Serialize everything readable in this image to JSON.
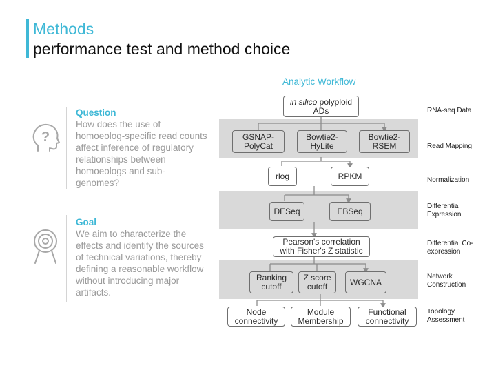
{
  "header": {
    "title": "Methods",
    "subtitle": "performance test and method choice"
  },
  "question": {
    "icon": "question-head-icon",
    "heading": "Question",
    "text": "How does the use of homoeolog-specific read counts affect inference of regulatory relationships between homoeologs and sub-genomes?"
  },
  "goal": {
    "icon": "target-icon",
    "heading": "Goal",
    "text": "We aim to characterize the effects and identify the sources of technical variations, thereby defining a reasonable workflow without introducing major artifacts."
  },
  "workflow": {
    "title": "Analytic Workflow",
    "input": {
      "italic": "in silico",
      "rest": " polyploid",
      "line2": "ADs"
    },
    "mapping": [
      "GSNAP-\nPolyCat",
      "Bowtie2-\nHyLite",
      "Bowtie2-\nRSEM"
    ],
    "normalization": [
      "rlog",
      "RPKM"
    ],
    "differential": [
      "DESeq",
      "EBSeq"
    ],
    "coexpression": "Pearson's correlation\nwith Fisher's Z statistic",
    "network": [
      "Ranking\ncutoff",
      "Z score\ncutoff",
      "WGCNA"
    ],
    "topology": [
      "Node\nconnectivity",
      "Module\nMembership",
      "Functional\nconnectivity"
    ]
  },
  "row_labels": {
    "rnaseq": "RNA-seq Data",
    "mapping": "Read Mapping",
    "normalization": "Normalization",
    "differential": "Differential\nExpression",
    "coexpression": "Differential Co-\nexpression",
    "network": "Network\nConstruction",
    "topology": "Topology\nAssessment"
  },
  "colors": {
    "accent": "#3fb8d6",
    "band": "#d9d9d9",
    "border": "#6f6f6f",
    "muted": "#9a9a9a"
  }
}
